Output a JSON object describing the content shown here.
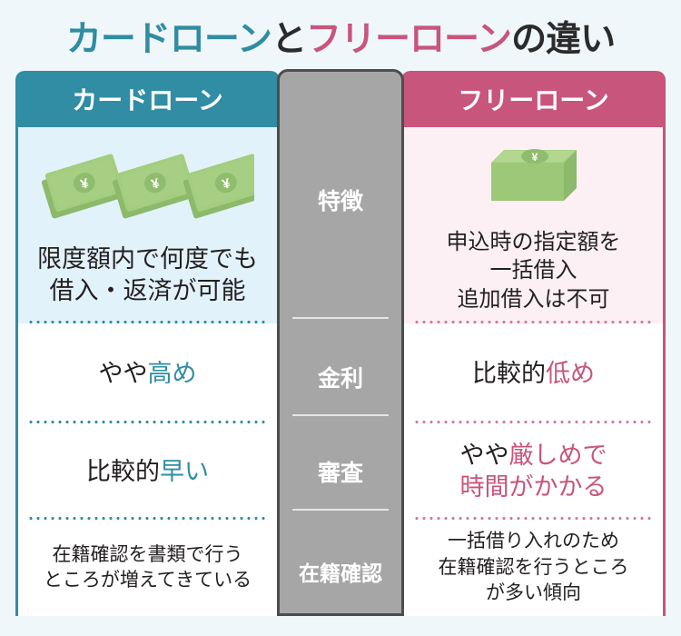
{
  "title": {
    "part1": "カードローン",
    "part2": "と",
    "part3": "フリーローン",
    "part4": "の違い"
  },
  "colors": {
    "teal": "#308da3",
    "pink": "#c8557c",
    "gray": "#a6a6a6",
    "gray_border": "#4d4d4d",
    "page_bg": "#f0f7fa",
    "left_cell_bg": "#e2f2fa",
    "right_cell_bg": "#fdf0f4",
    "money_green": "#9ccb77"
  },
  "columns": {
    "left_header": "カードローン",
    "right_header": "フリーローン"
  },
  "center_labels": [
    {
      "text": "特徴"
    },
    {
      "text": "金利"
    },
    {
      "text": "審査"
    },
    {
      "text": "在籍確認"
    }
  ],
  "rows": [
    {
      "label": "特徴",
      "left": {
        "icon": "banknotes-icon",
        "lines": [
          {
            "segments": [
              {
                "text": "限度額内で何度でも",
                "color": "dark"
              }
            ]
          },
          {
            "segments": [
              {
                "text": "借入・返済が可能",
                "color": "dark"
              }
            ]
          }
        ]
      },
      "right": {
        "icon": "money-stack-icon",
        "lines": [
          {
            "segments": [
              {
                "text": "申込時の指定額を",
                "color": "dark"
              }
            ]
          },
          {
            "segments": [
              {
                "text": "一括借入",
                "color": "dark"
              }
            ]
          },
          {
            "segments": [
              {
                "text": "追加借入は不可",
                "color": "dark"
              }
            ]
          }
        ]
      }
    },
    {
      "label": "金利",
      "left": {
        "lines": [
          {
            "segments": [
              {
                "text": "やや",
                "color": "dark"
              },
              {
                "text": "高め",
                "color": "teal"
              }
            ]
          }
        ]
      },
      "right": {
        "lines": [
          {
            "segments": [
              {
                "text": "比較的",
                "color": "dark"
              },
              {
                "text": "低め",
                "color": "pink"
              }
            ]
          }
        ]
      }
    },
    {
      "label": "審査",
      "left": {
        "lines": [
          {
            "segments": [
              {
                "text": "比較的",
                "color": "dark"
              },
              {
                "text": "早い",
                "color": "teal"
              }
            ]
          }
        ]
      },
      "right": {
        "lines": [
          {
            "segments": [
              {
                "text": "やや",
                "color": "dark"
              },
              {
                "text": "厳しめで",
                "color": "pink"
              }
            ]
          },
          {
            "segments": [
              {
                "text": "時間がかかる",
                "color": "pink"
              }
            ]
          }
        ]
      }
    },
    {
      "label": "在籍確認",
      "left": {
        "lines": [
          {
            "segments": [
              {
                "text": "在籍確認を書類で行う",
                "color": "dark"
              }
            ]
          },
          {
            "segments": [
              {
                "text": "ところが増えてきている",
                "color": "dark"
              }
            ]
          }
        ]
      },
      "right": {
        "lines": [
          {
            "segments": [
              {
                "text": "一括借り入れのため",
                "color": "dark"
              }
            ]
          },
          {
            "segments": [
              {
                "text": "在籍確認を行うところ",
                "color": "dark"
              }
            ]
          },
          {
            "segments": [
              {
                "text": "が多い傾向",
                "color": "dark"
              }
            ]
          }
        ]
      }
    }
  ]
}
